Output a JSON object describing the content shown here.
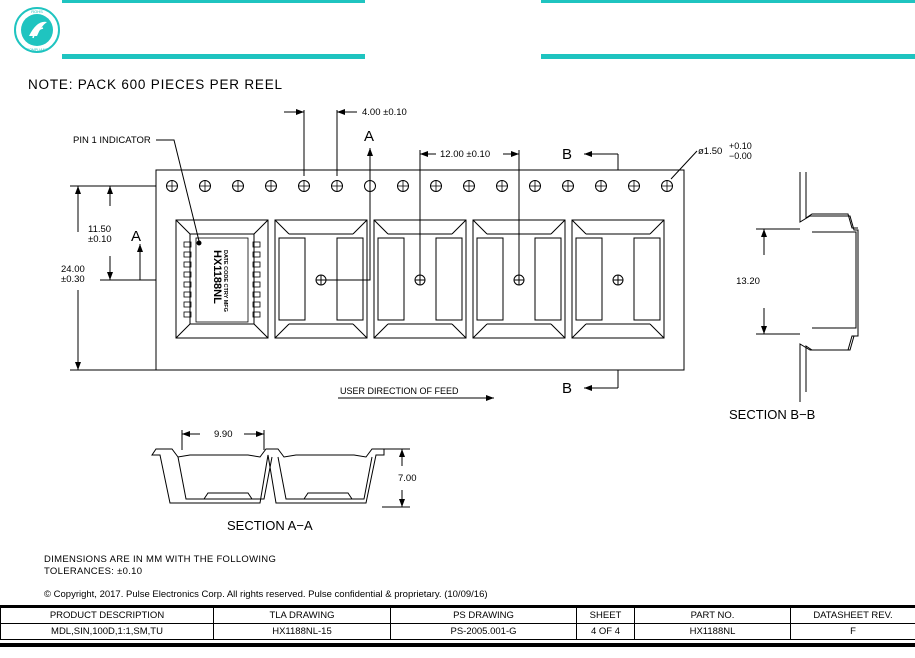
{
  "logo": {
    "top_text": "ROHS",
    "bottom_text": "COMPLIANT"
  },
  "colors": {
    "accent": "#1fc4c0"
  },
  "note": "NOTE:  PACK 600 PIECES PER REEL",
  "drawing": {
    "pin1_label": "PIN 1 INDICATOR",
    "pitch_small": "4.00 ±0.10",
    "pitch_large": "12.00 ±0.10",
    "hole_dia": "ø1.50",
    "hole_tol_plus": "+0.10",
    "hole_tol_minus": "−0.00",
    "width_val": "24.00",
    "width_tol": "±0.30",
    "offset_val": "11.50",
    "offset_tol": "±0.10",
    "section_a_mark": "A",
    "section_b_mark": "B",
    "feed_label": "USER DIRECTION OF FEED",
    "part_marking": "HX1188NL",
    "part_sub": "DATE CODE CTRY MFG",
    "section_bb_label": "SECTION B−B",
    "bb_dim": "13.20",
    "section_aa_label": "SECTION A−A",
    "aa_width": "9.90",
    "aa_depth": "7.00"
  },
  "tolerances_line1": "DIMENSIONS ARE IN MM WITH THE FOLLOWING",
  "tolerances_line2": "TOLERANCES:  ±0.10",
  "copyright": "© Copyright, 2017. Pulse Electronics Corp. All rights reserved. Pulse confidential & proprietary. (10/09/16)",
  "title_block": {
    "headers": [
      "PRODUCT DESCRIPTION",
      "TLA DRAWING",
      "PS DRAWING",
      "SHEET",
      "PART NO.",
      "DATASHEET REV."
    ],
    "values": [
      "MDL,SIN,100D,1:1,SM,TU",
      "HX1188NL-15",
      "PS-2005.001-G",
      "4 OF 4",
      "HX1188NL",
      "F"
    ]
  }
}
